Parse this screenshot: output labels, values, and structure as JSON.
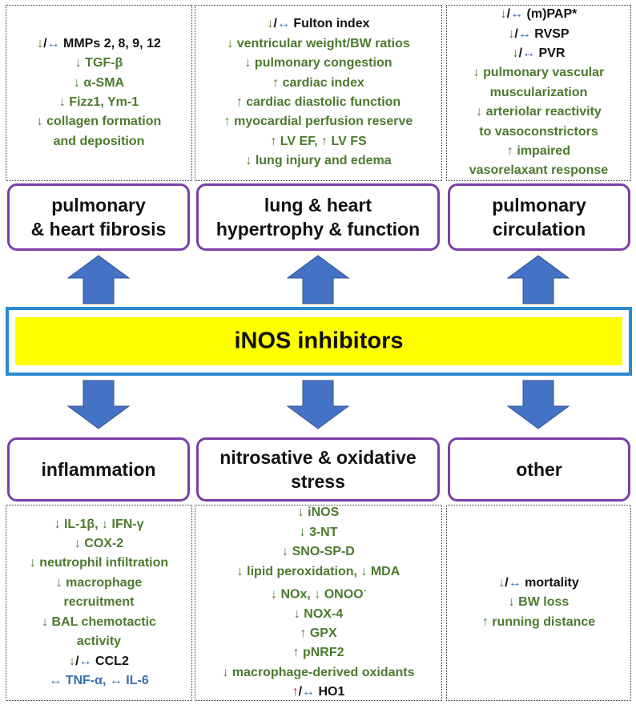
{
  "banner": {
    "title": "iNOS inhibitors"
  },
  "top_categories": [
    {
      "lines": [
        "pulmonary",
        "& heart fibrosis"
      ]
    },
    {
      "lines": [
        "lung & heart",
        "hypertrophy & function"
      ]
    },
    {
      "lines": [
        "pulmonary",
        "circulation"
      ]
    }
  ],
  "bottom_categories": [
    {
      "lines": [
        "inflammation"
      ]
    },
    {
      "lines": [
        "nitrosative & oxidative",
        "stress"
      ]
    },
    {
      "lines": [
        "other"
      ]
    }
  ],
  "colors": {
    "decrease_green": "#4a7a2e",
    "no_change_blue": "#3a6fb0",
    "increase_red": "#e02020",
    "frame_purple": "#7b3fa8",
    "banner_yellow": "#ffff00",
    "banner_border": "#2a8ad0",
    "arrow_blue": "#4472c4"
  },
  "effects": {
    "fibrosis": [
      [
        {
          "t": "↓",
          "c": "g"
        },
        {
          "t": "/",
          "c": "k"
        },
        {
          "t": "↔",
          "c": "b"
        },
        {
          "t": " MMPs 2, 8, 9, 12",
          "c": "k"
        }
      ],
      [
        {
          "t": "↓ TGF-β",
          "c": "g"
        }
      ],
      [
        {
          "t": "↓ α-SMA",
          "c": "g"
        }
      ],
      [
        {
          "t": "↓ Fizz1, Ym-1",
          "c": "g"
        }
      ],
      [
        {
          "t": "↓ collagen formation",
          "c": "g"
        }
      ],
      [
        {
          "t": "and deposition",
          "c": "g"
        }
      ]
    ],
    "hypertrophy": [
      [
        {
          "t": "↓",
          "c": "g"
        },
        {
          "t": "/",
          "c": "k"
        },
        {
          "t": "↔",
          "c": "b"
        },
        {
          "t": " Fulton index",
          "c": "k"
        }
      ],
      [
        {
          "t": "↓ ventricular weight/BW ratios",
          "c": "g"
        }
      ],
      [
        {
          "t": "↓ pulmonary congestion",
          "c": "g"
        }
      ],
      [
        {
          "t": "↑ cardiac index",
          "c": "g"
        }
      ],
      [
        {
          "t": "↑ cardiac diastolic function",
          "c": "g"
        }
      ],
      [
        {
          "t": "↑ myocardial perfusion reserve",
          "c": "g"
        }
      ],
      [
        {
          "t": "↑ LV EF, ↑ LV FS",
          "c": "g"
        }
      ],
      [
        {
          "t": "↓ lung injury and edema",
          "c": "g"
        }
      ]
    ],
    "circulation": [
      [
        {
          "t": "↓",
          "c": "g"
        },
        {
          "t": "/",
          "c": "k"
        },
        {
          "t": "↔",
          "c": "b"
        },
        {
          "t": " (m)PAP*",
          "c": "k"
        }
      ],
      [
        {
          "t": "↓",
          "c": "g"
        },
        {
          "t": "/",
          "c": "k"
        },
        {
          "t": "↔",
          "c": "b"
        },
        {
          "t": " RVSP",
          "c": "k"
        }
      ],
      [
        {
          "t": "↓",
          "c": "g"
        },
        {
          "t": "/",
          "c": "k"
        },
        {
          "t": "↔",
          "c": "b"
        },
        {
          "t": " PVR",
          "c": "k"
        }
      ],
      [
        {
          "t": "↓ pulmonary vascular",
          "c": "g"
        }
      ],
      [
        {
          "t": "muscularization",
          "c": "g"
        }
      ],
      [
        {
          "t": "↓ arteriolar reactivity",
          "c": "g"
        }
      ],
      [
        {
          "t": "to vasoconstrictors",
          "c": "g"
        }
      ],
      [
        {
          "t": "↑ impaired",
          "c": "g"
        }
      ],
      [
        {
          "t": "vasorelaxant response",
          "c": "g"
        }
      ]
    ],
    "inflammation": [
      [
        {
          "t": "↓ IL-1β, ↓ IFN-γ",
          "c": "g"
        }
      ],
      [
        {
          "t": "↓ COX-2",
          "c": "g"
        }
      ],
      [
        {
          "t": "↓ neutrophil infiltration",
          "c": "g"
        }
      ],
      [
        {
          "t": "↓ macrophage",
          "c": "g"
        }
      ],
      [
        {
          "t": "recruitment",
          "c": "g"
        }
      ],
      [
        {
          "t": "↓ BAL chemotactic",
          "c": "g"
        }
      ],
      [
        {
          "t": "activity",
          "c": "g"
        }
      ],
      [
        {
          "t": "↓",
          "c": "g"
        },
        {
          "t": "/",
          "c": "k"
        },
        {
          "t": "↔",
          "c": "b"
        },
        {
          "t": " CCL2",
          "c": "k"
        }
      ],
      [
        {
          "t": "↔ TNF-α, ↔ IL-6",
          "c": "b"
        }
      ]
    ],
    "oxidative": [
      [
        {
          "t": "↓ iNOS",
          "c": "g"
        }
      ],
      [
        {
          "t": "↓ 3-NT",
          "c": "g"
        }
      ],
      [
        {
          "t": "↓ SNO-SP-D",
          "c": "g"
        }
      ],
      [
        {
          "t": "↓ lipid peroxidation, ↓ MDA",
          "c": "g"
        }
      ],
      [
        {
          "t": "↓ NOx, ↓ ONOO",
          "c": "g"
        },
        {
          "t": "-",
          "c": "g",
          "sup": true
        }
      ],
      [
        {
          "t": "↓ NOX-4",
          "c": "g"
        }
      ],
      [
        {
          "t": "↑ GPX",
          "c": "g"
        }
      ],
      [
        {
          "t": "↑ pNRF2",
          "c": "g"
        }
      ],
      [
        {
          "t": "↓ macrophage-derived oxidants",
          "c": "g"
        }
      ],
      [
        {
          "t": "↑",
          "c": "r"
        },
        {
          "t": "/",
          "c": "k"
        },
        {
          "t": "↔",
          "c": "b"
        },
        {
          "t": " HO1",
          "c": "k"
        }
      ]
    ],
    "other": [
      [
        {
          "t": "↓",
          "c": "g"
        },
        {
          "t": "/",
          "c": "k"
        },
        {
          "t": "↔",
          "c": "b"
        },
        {
          "t": " mortality",
          "c": "k"
        }
      ],
      [
        {
          "t": "↓ BW loss",
          "c": "g"
        }
      ],
      [
        {
          "t": "↑ running distance",
          "c": "g"
        }
      ]
    ]
  }
}
